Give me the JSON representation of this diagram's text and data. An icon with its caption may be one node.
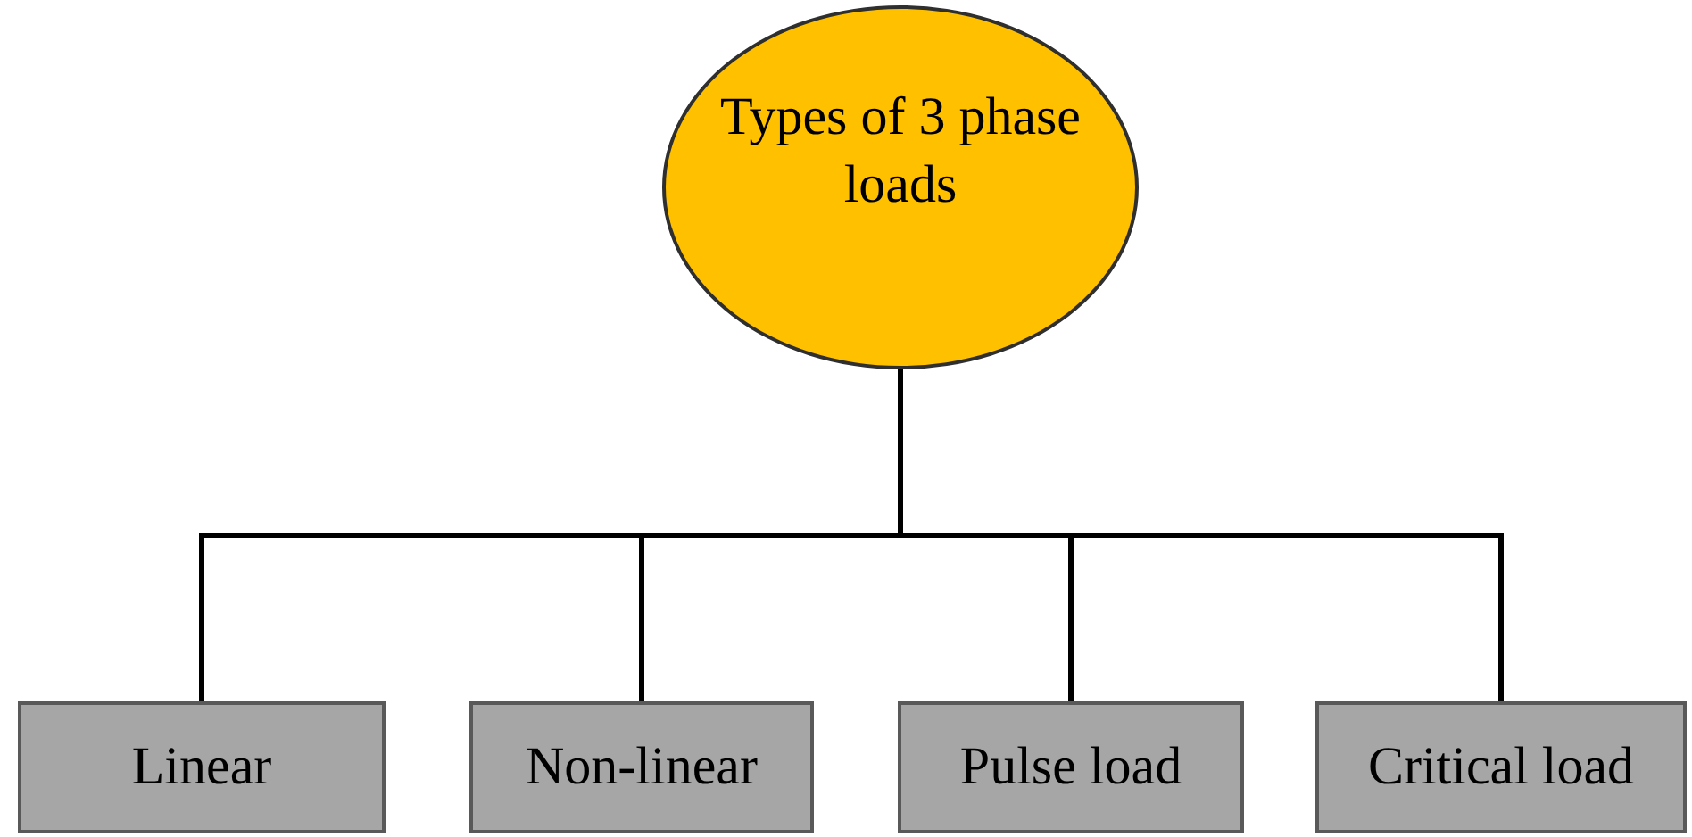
{
  "diagram": {
    "nodes": [
      {
        "text": [
          "Types of 3 phase loads"
        ]
      },
      {
        "text": [
          "Linear"
        ]
      },
      {
        "text": [
          "Non-linear"
        ]
      },
      {
        "text": [
          "Pulse load"
        ]
      },
      {
        "text": [
          "Critical load"
        ]
      }
    ],
    "edges": [
      {
        "from": 0,
        "to": 1,
        "arrow": "none"
      },
      {
        "from": 0,
        "to": 2,
        "arrow": "none"
      },
      {
        "from": 0,
        "to": 3,
        "arrow": "none"
      },
      {
        "from": 0,
        "to": 4,
        "arrow": "none"
      }
    ]
  }
}
